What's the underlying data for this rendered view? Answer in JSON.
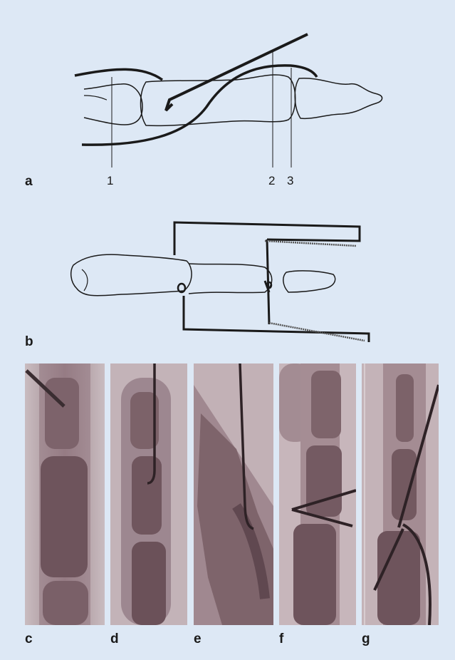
{
  "panels": {
    "a": {
      "label": "a",
      "markers": [
        "1",
        "2",
        "3"
      ]
    },
    "b": {
      "label": "b"
    },
    "c": {
      "label": "c"
    },
    "d": {
      "label": "d"
    },
    "e": {
      "label": "e"
    },
    "f": {
      "label": "f"
    },
    "g": {
      "label": "g"
    }
  },
  "colors": {
    "background": "#dde8f5",
    "ink": "#1a1a1a",
    "xray_dark": "#6b5560",
    "xray_light": "#c9bcc0"
  }
}
